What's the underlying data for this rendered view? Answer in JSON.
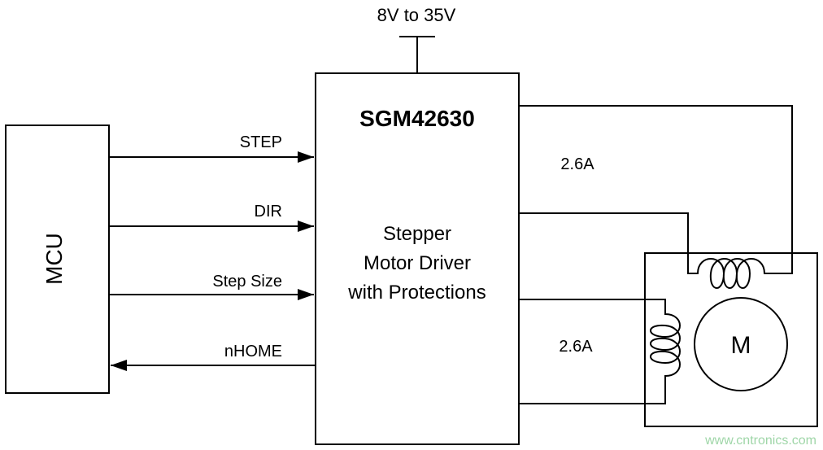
{
  "supply": {
    "label": "8V to 35V"
  },
  "mcu": {
    "label": "MCU"
  },
  "driver": {
    "part_number": "SGM42630",
    "description": [
      "Stepper",
      "Motor Driver",
      "with Protections"
    ]
  },
  "signals": [
    {
      "label": "STEP",
      "direction": "mcu-to-driver"
    },
    {
      "label": "DIR",
      "direction": "mcu-to-driver"
    },
    {
      "label": "Step Size",
      "direction": "mcu-to-driver"
    },
    {
      "label": "nHOME",
      "direction": "driver-to-mcu"
    }
  ],
  "outputs": [
    {
      "current_label": "2.6A"
    },
    {
      "current_label": "2.6A"
    }
  ],
  "motor": {
    "label": "M"
  },
  "watermark": "www.cntronics.com"
}
